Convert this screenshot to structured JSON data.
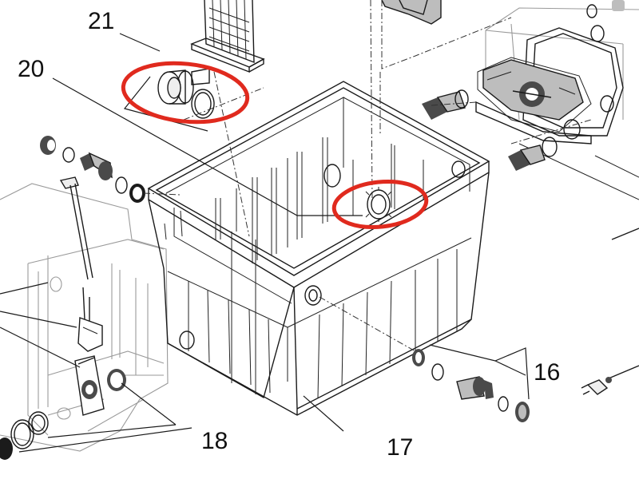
{
  "diagram": {
    "labels": {
      "l16": "16",
      "l17": "17",
      "l18": "18",
      "l20": "20",
      "l21": "21"
    },
    "highlight_color": "#e02a1e",
    "icons": {
      "plug": "power-plug-icon",
      "hose_connector": "hose-connector-icon",
      "sealing_ring": "o-ring-icon",
      "nut": "union-nut-icon"
    }
  }
}
